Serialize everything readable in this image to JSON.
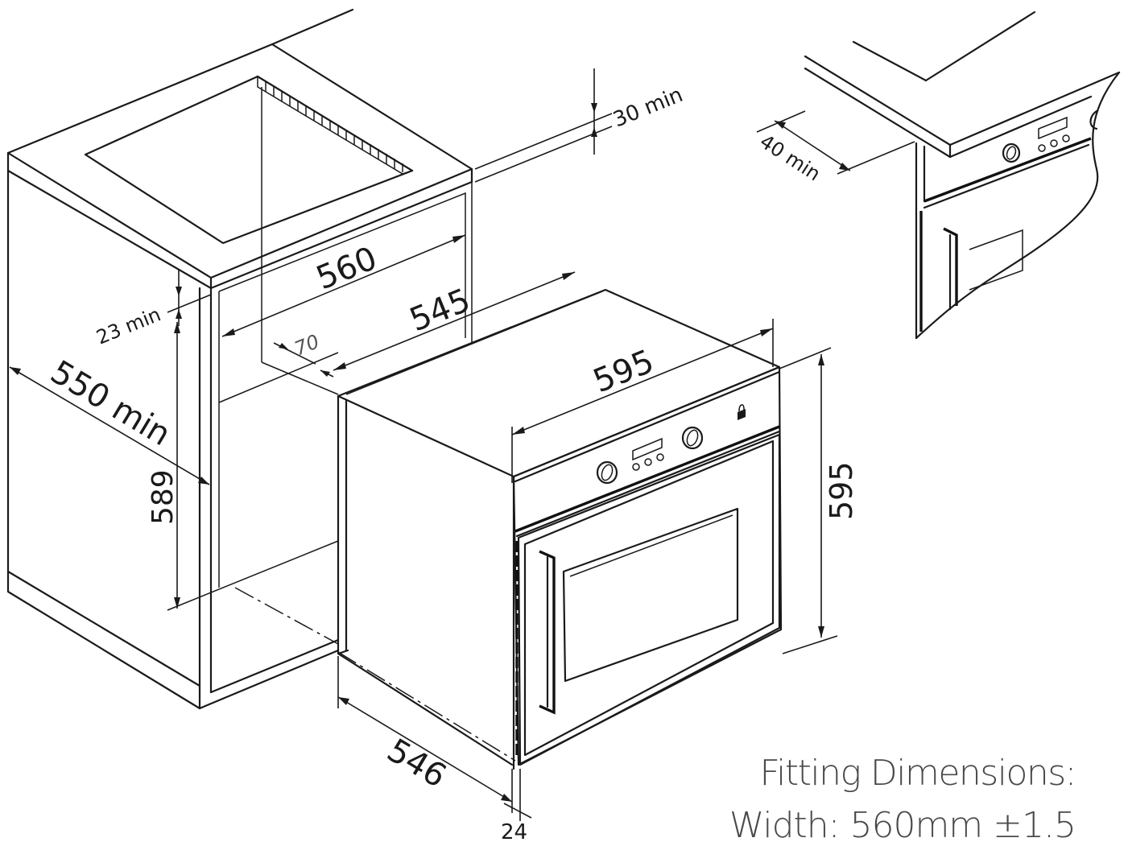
{
  "dimensions": {
    "cabinet_top_gap": "30  min",
    "cabinet_inner_width": "560",
    "cabinet_side_gap": "23 min",
    "cabinet_depth": "550 min",
    "cabinet_height": "589",
    "oven_depth_top": "545",
    "recess": "70",
    "oven_width": "595",
    "oven_height": "595",
    "oven_depth_bottom": "546",
    "front_thickness": "24",
    "worktop_gap": "40 min"
  },
  "caption": {
    "heading": "Fitting Dimensions:",
    "width_line": "Width: 560mm ±1.5"
  },
  "icons": [
    "lock-icon"
  ]
}
